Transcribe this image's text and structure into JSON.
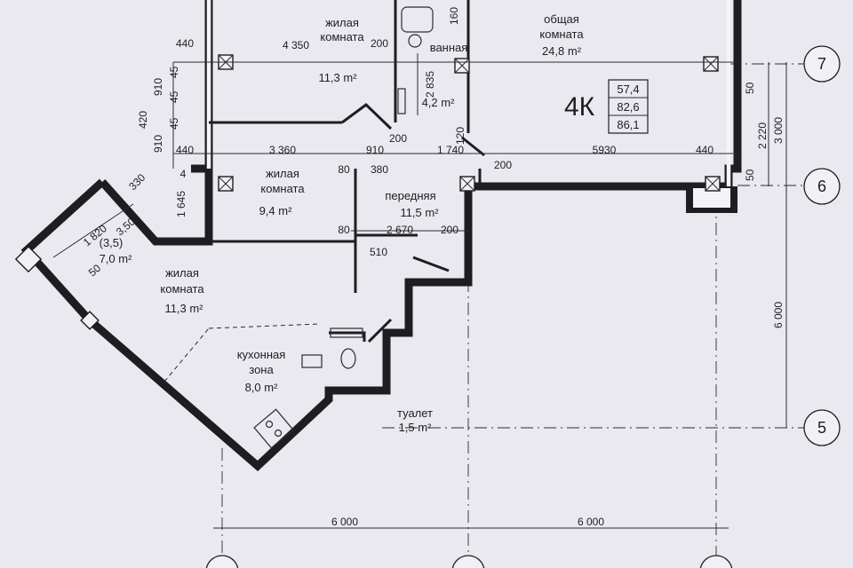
{
  "apartment": {
    "code": "4К",
    "areas": [
      "57,4",
      "82,6",
      "86,1"
    ]
  },
  "rooms": {
    "living1": {
      "name_line1": "жилая",
      "name_line2": "комната",
      "area": "11,3 m²"
    },
    "bath": {
      "name": "ванная",
      "area": "4,2 m²"
    },
    "common": {
      "name_line1": "общая",
      "name_line2": "комната",
      "area": "24,8 m²"
    },
    "living2": {
      "name_line1": "жилая",
      "name_line2": "комната",
      "area": "9,4 m²"
    },
    "hall": {
      "name": "передняя",
      "area": "11,5 m²"
    },
    "balcony": {
      "label": "(3,5)",
      "area": "7,0 m²"
    },
    "living3": {
      "name_line1": "жилая",
      "name_line2": "комната",
      "area": "11,3 m²"
    },
    "kitchen": {
      "name_line1": "кухонная",
      "name_line2": "зона",
      "area": "8,0 m²"
    },
    "toilet": {
      "name": "туалет",
      "area": "1,5 m²"
    }
  },
  "dimensions": {
    "d440a": "440",
    "d4350": "4 350",
    "d200a": "200",
    "d160": "160",
    "d45a": "45",
    "d910a": "910",
    "d45b": "45",
    "d420": "420",
    "d45c": "45",
    "d910b": "910",
    "d440b": "440",
    "d4": "4",
    "d2835": "2 835",
    "d200b": "200",
    "d120": "120",
    "d3360": "3 360",
    "d910c": "910",
    "d1740": "1 740",
    "d5930": "5930",
    "d440c": "440",
    "d80a": "80",
    "d380": "380",
    "d200c": "200",
    "d330": "330",
    "d1645": "1 645",
    "d1820": "1 820",
    "d350": "3,50",
    "d50": "50",
    "d80b": "80",
    "d2670": "2 670",
    "d200d": "200",
    "d510": "510",
    "d50r1": "50",
    "d2220": "2 220",
    "d3000": "3 000",
    "d50r2": "50",
    "d6000v": "6 000",
    "d6000a": "6 000",
    "d6000b": "6 000"
  },
  "axes": {
    "a7": "7",
    "a6": "6",
    "a5": "5"
  }
}
